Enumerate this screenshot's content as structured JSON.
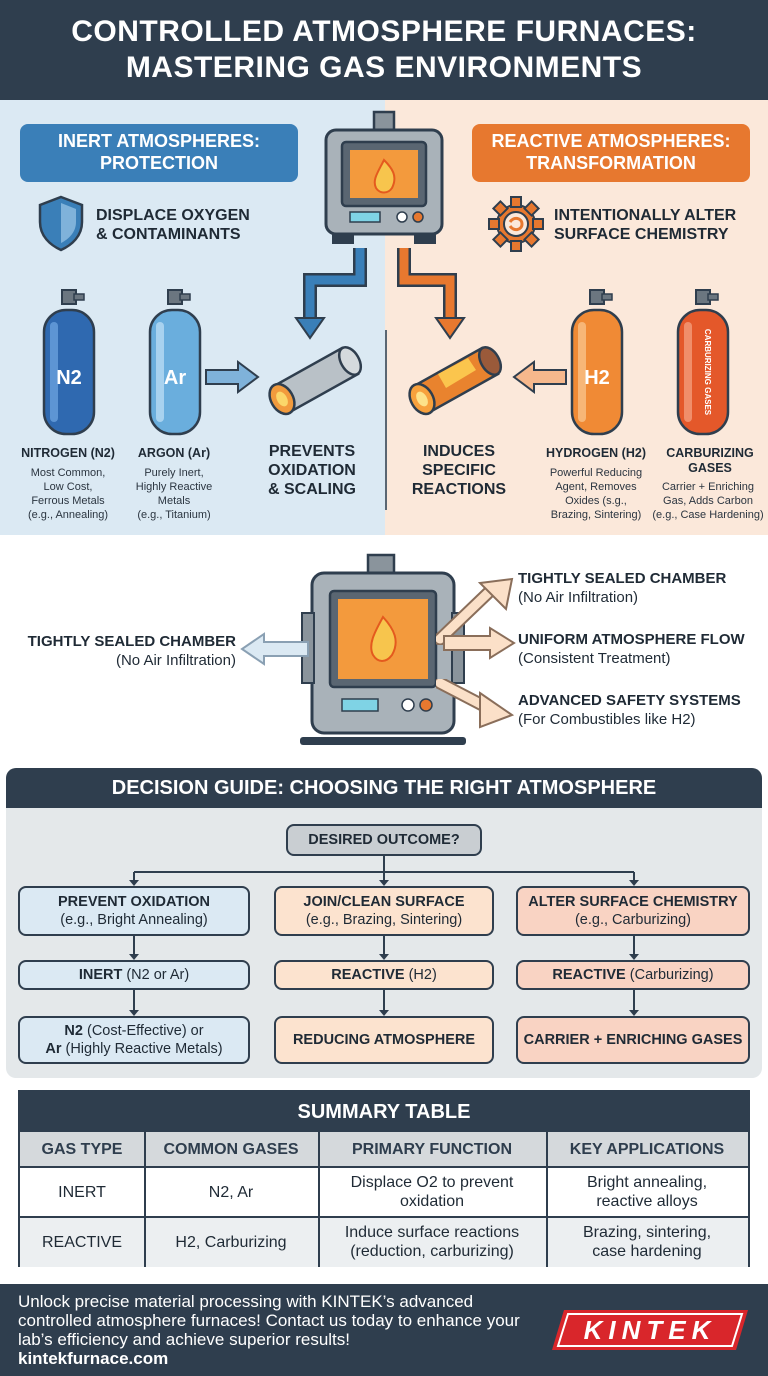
{
  "header": {
    "title_line1": "CONTROLLED ATMOSPHERE FURNACES:",
    "title_line2": "MASTERING GAS ENVIRONMENTS"
  },
  "inert": {
    "pill_line1": "INERT ATMOSPHERES:",
    "pill_line2": "PROTECTION",
    "subtitle_line1": "DISPLACE OXYGEN",
    "subtitle_line2": "& CONTAMINANTS",
    "gas1": {
      "tank_label": "N2",
      "name": "NITROGEN (N2)",
      "desc": [
        "Most Common,",
        "Low Cost,",
        "Ferrous Metals",
        "(e.g., Annealing)"
      ]
    },
    "gas2": {
      "tank_label": "Ar",
      "name": "ARGON (Ar)",
      "desc": [
        "Purely Inert,",
        "Highly Reactive",
        "Metals",
        "(e.g., Titanium)"
      ]
    },
    "result": [
      "PREVENTS",
      "OXIDATION",
      "& SCALING"
    ]
  },
  "reactive": {
    "pill_line1": "REACTIVE ATMOSPHERES:",
    "pill_line2": "TRANSFORMATION",
    "subtitle_line1": "INTENTIONALLY ALTER",
    "subtitle_line2": "SURFACE CHEMISTRY",
    "gas1": {
      "tank_label": "H2",
      "name": "HYDROGEN (H2)",
      "desc": [
        "Powerful Reducing",
        "Agent, Removes",
        "Oxides (s.g.,",
        "Brazing, Sintering)"
      ]
    },
    "gas2": {
      "tank_label": "CARBURIZING GASES",
      "name_line1": "CARBURIZING",
      "name_line2": "GASES",
      "desc": [
        "Carrier + Enriching",
        "Gas, Adds Carbon",
        "(e.g., Case Hardening)"
      ]
    },
    "result": [
      "INDUCES",
      "SPECIFIC",
      "REACTIONS"
    ]
  },
  "features": {
    "left": {
      "title": "TIGHTLY SEALED CHAMBER",
      "sub": "(No Air Infiltration)"
    },
    "right1": {
      "title": "TIGHTLY SEALED CHAMBER",
      "sub": "(No Air Infiltration)"
    },
    "right2": {
      "title": "UNIFORM ATMOSPHERE FLOW",
      "sub": "(Consistent Treatment)"
    },
    "right3": {
      "title": "ADVANCED SAFETY SYSTEMS",
      "sub": "(For Combustibles like H2)"
    }
  },
  "guide": {
    "title": "DECISION GUIDE: CHOOSING THE RIGHT ATMOSPHERE",
    "root": "DESIRED OUTCOME?",
    "col1": {
      "outcome": "PREVENT OXIDATION",
      "outcome_eg": "(e.g., Bright Annealing)",
      "type_bold": "INERT",
      "type_rest": "(N2 or Ar)",
      "choice_b1": "N2",
      "choice_t1": "(Cost-Effective) or",
      "choice_b2": "Ar",
      "choice_t2": "(Highly Reactive Metals)"
    },
    "col2": {
      "outcome": "JOIN/CLEAN SURFACE",
      "outcome_eg": "(e.g., Brazing, Sintering)",
      "type_bold": "REACTIVE",
      "type_rest": "(H2)",
      "result": "REDUCING ATMOSPHERE"
    },
    "col3": {
      "outcome": "ALTER SURFACE CHEMISTRY",
      "outcome_eg": "(e.g., Carburizing)",
      "type_bold": "REACTIVE",
      "type_rest": "(Carburizing)",
      "result": "CARRIER + ENRICHING GASES"
    }
  },
  "table": {
    "title": "SUMMARY TABLE",
    "headers": [
      "GAS TYPE",
      "COMMON GASES",
      "PRIMARY FUNCTION",
      "KEY APPLICATIONS"
    ],
    "rows": [
      [
        "INERT",
        "N2, Ar",
        "Displace O2 to prevent oxidation",
        "Bright annealing, reactive alloys"
      ],
      [
        "REACTIVE",
        "H2, Carburizing",
        "Induce surface reactions (reduction, carburizing)",
        "Brazing, sintering, case hardening"
      ]
    ]
  },
  "footer": {
    "text": "Unlock precise material processing with KINTEK’s advanced controlled atmosphere furnaces! Contact us today to enhance your lab’s efficiency and achieve superior results!",
    "website": "kintekfurnace.com",
    "logo": "KINTEK"
  },
  "colors": {
    "navy": "#2f3e4e",
    "blue": "#3a7fb8",
    "orange": "#e7782f",
    "red": "#d9262b"
  }
}
